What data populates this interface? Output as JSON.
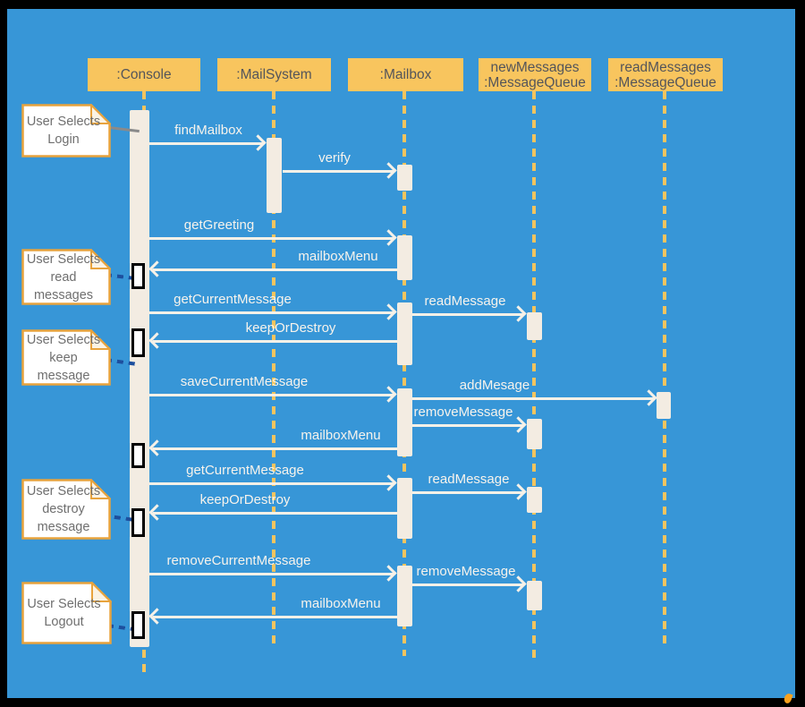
{
  "diagram_type": "uml-sequence-diagram",
  "colors": {
    "background": "#3796D7",
    "frame": "#000000",
    "participant_fill": "#F8C55E",
    "participant_text": "#54555A",
    "lifeline": "#F2C45F",
    "activation_fill": "#F3ECE2",
    "message": "#F6F1E8",
    "note_border": "#E8A33D",
    "note_fill": "#FFFFFF",
    "note_text": "#6F6F6F",
    "note_link": "#1D4F9E",
    "note_link_first": "#8A8A8A",
    "marker_border": "#000000"
  },
  "participants": [
    {
      "id": "console",
      "label": ":Console"
    },
    {
      "id": "mailsystem",
      "label": ":MailSystem"
    },
    {
      "id": "mailbox",
      "label": ":Mailbox"
    },
    {
      "id": "newMessages",
      "label": "newMessages\n:MessageQueue"
    },
    {
      "id": "readMessages",
      "label": "readMessages\n:MessageQueue"
    }
  ],
  "messages": [
    {
      "label": "findMailbox",
      "from": ":Console",
      "to": ":MailSystem"
    },
    {
      "label": "verify",
      "from": ":MailSystem",
      "to": ":Mailbox"
    },
    {
      "label": "getGreeting",
      "from": ":Console",
      "to": ":Mailbox"
    },
    {
      "label": "mailboxMenu",
      "from": ":Mailbox",
      "to": ":Console"
    },
    {
      "label": "getCurrentMessage",
      "from": ":Console",
      "to": ":Mailbox"
    },
    {
      "label": "readMessage",
      "from": ":Mailbox",
      "to": "newMessages:MessageQueue"
    },
    {
      "label": "keepOrDestroy",
      "from": ":Mailbox",
      "to": ":Console"
    },
    {
      "label": "saveCurrentMessage",
      "from": ":Console",
      "to": ":Mailbox"
    },
    {
      "label": "addMesage",
      "from": ":Mailbox",
      "to": "readMessages:MessageQueue"
    },
    {
      "label": "removeMessage",
      "from": ":Mailbox",
      "to": "newMessages:MessageQueue"
    },
    {
      "label": "mailboxMenu",
      "from": ":Mailbox",
      "to": ":Console"
    },
    {
      "label": "getCurrentMessage",
      "from": ":Console",
      "to": ":Mailbox"
    },
    {
      "label": "readMessage",
      "from": ":Mailbox",
      "to": "newMessages:MessageQueue"
    },
    {
      "label": "keepOrDestroy",
      "from": ":Mailbox",
      "to": ":Console"
    },
    {
      "label": "removeCurrentMessage",
      "from": ":Console",
      "to": ":Mailbox"
    },
    {
      "label": "removeMessage",
      "from": ":Mailbox",
      "to": "newMessages:MessageQueue"
    },
    {
      "label": "mailboxMenu",
      "from": ":Mailbox",
      "to": ":Console"
    }
  ],
  "notes": [
    {
      "text": "User Selects\nLogin"
    },
    {
      "text": "User Selects\nread\nmessages"
    },
    {
      "text": "User Selects\nkeep\nmessage"
    },
    {
      "text": "User Selects\ndestroy\nmessage"
    },
    {
      "text": "User Selects\nLogout"
    }
  ]
}
